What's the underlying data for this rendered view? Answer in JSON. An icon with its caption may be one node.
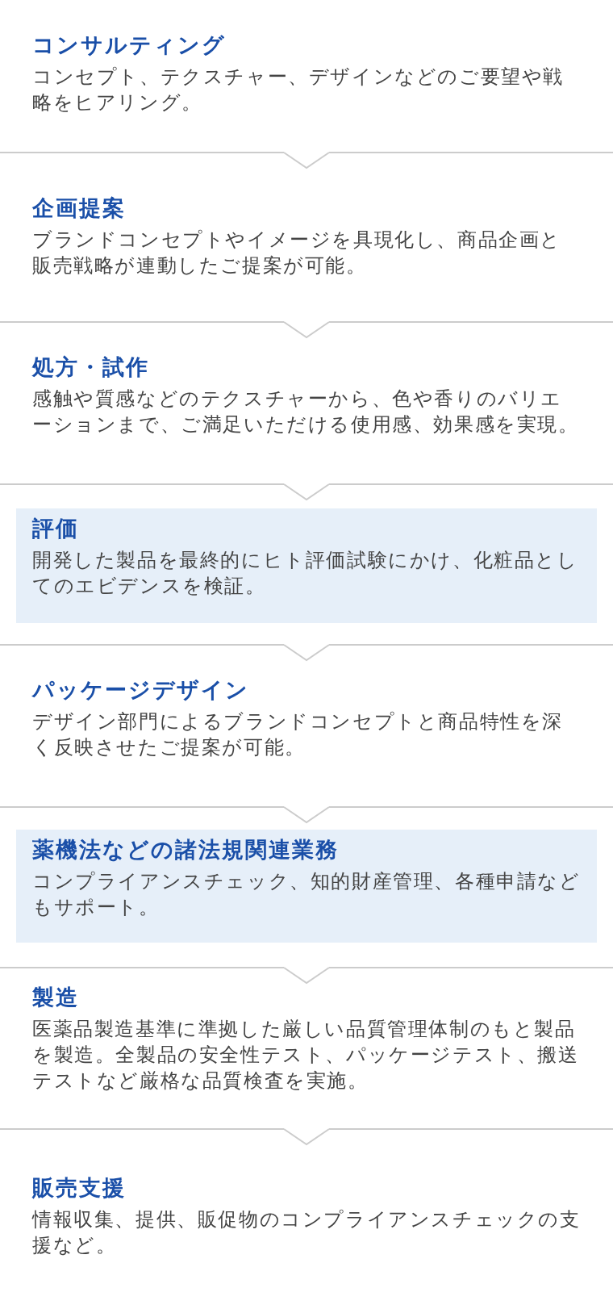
{
  "diagram": {
    "nodes": [
      {
        "text": [
          "コンサルティング",
          "コンセプト、テクスチャー、デザインなどのご要望や戦略をヒアリング。"
        ]
      },
      {
        "text": [
          "企画提案",
          "ブランドコンセプトやイメージを具現化し、商品企画と販売戦略が連動したご提案が可能。"
        ]
      },
      {
        "text": [
          "処方・試作",
          "感触や質感などのテクスチャーから、色や香りのバリエーションまで、ご満足いただける使用感、効果感を実現。"
        ]
      },
      {
        "text": [
          "評価",
          "開発した製品を最終的にヒト評価試験にかけ、化粧品としてのエビデンスを検証。"
        ]
      },
      {
        "text": [
          "パッケージデザイン",
          "デザイン部門によるブランドコンセプトと商品特性を深く反映させたご提案が可能。"
        ]
      },
      {
        "text": [
          "薬機法などの諸法規関連業務",
          "コンプライアンスチェック、知的財産管理、各種申請などもサポート。"
        ]
      },
      {
        "text": [
          "製造",
          "医薬品製造基準に準拠した厳しい品質管理体制のもと製品を製造。全製品の安全性テスト、パッケージテスト、搬送テストなど厳格な品質検査を実施。"
        ]
      },
      {
        "text": [
          "販売支援",
          "情報収集、提供、販促物のコンプライアンスチェックの支援など。"
        ]
      }
    ],
    "edges": [
      {
        "from": 0,
        "to": 1,
        "arrow": "to"
      },
      {
        "from": 1,
        "to": 2,
        "arrow": "to"
      },
      {
        "from": 2,
        "to": 3,
        "arrow": "to"
      },
      {
        "from": 3,
        "to": 4,
        "arrow": "to"
      },
      {
        "from": 4,
        "to": 5,
        "arrow": "to"
      },
      {
        "from": 5,
        "to": 6,
        "arrow": "to"
      },
      {
        "from": 6,
        "to": 7,
        "arrow": "to"
      }
    ]
  }
}
